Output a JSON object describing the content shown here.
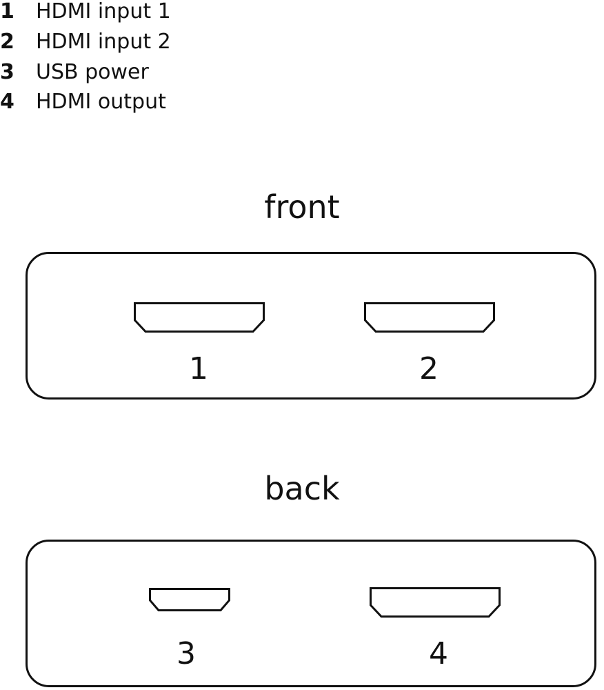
{
  "legend": [
    {
      "number": "1",
      "label": "HDMI input 1"
    },
    {
      "number": "2",
      "label": "HDMI input 2"
    },
    {
      "number": "3",
      "label": "USB power"
    },
    {
      "number": "4",
      "label": "HDMI output"
    }
  ],
  "front": {
    "title": "front",
    "ports": [
      {
        "number": "1",
        "icon": "hdmi-port-icon"
      },
      {
        "number": "2",
        "icon": "hdmi-port-icon"
      }
    ]
  },
  "back": {
    "title": "back",
    "ports": [
      {
        "number": "3",
        "icon": "micro-usb-port-icon"
      },
      {
        "number": "4",
        "icon": "hdmi-port-icon"
      }
    ]
  },
  "colors": {
    "line": "#111111",
    "background": "#ffffff"
  }
}
